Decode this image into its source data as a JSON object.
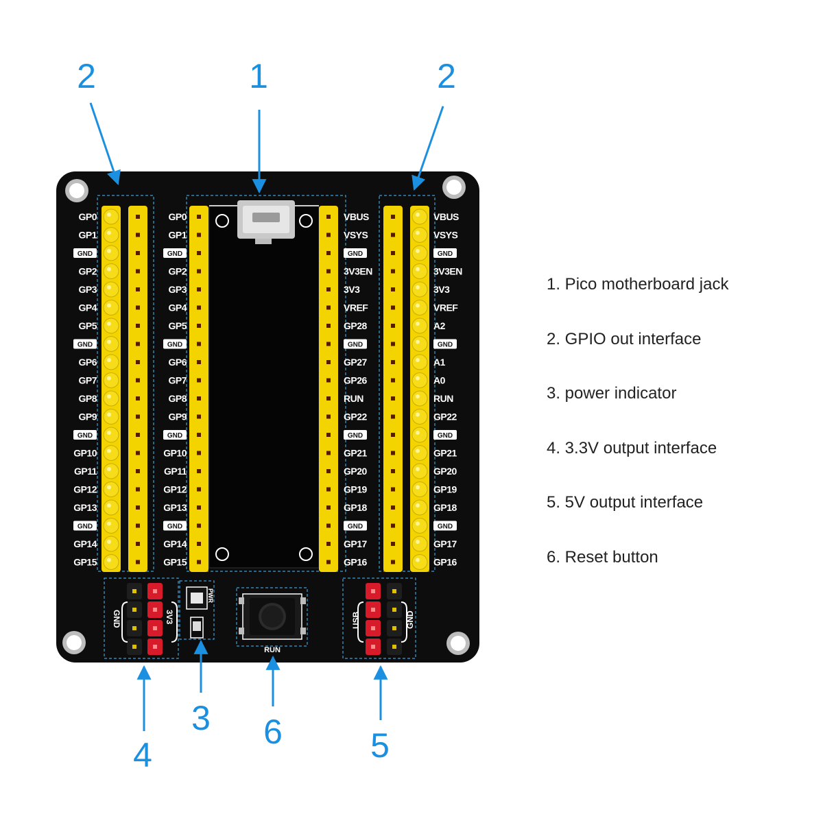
{
  "callouts": {
    "c1": "1",
    "c2_left": "2",
    "c2_right": "2",
    "c3": "3",
    "c4": "4",
    "c5": "5",
    "c6": "6"
  },
  "legend": [
    "1. Pico motherboard jack",
    "2. GPIO out interface",
    "3. power indicator",
    "4. 3.3V output interface",
    "5. 5V output interface",
    "6. Reset button"
  ],
  "pins": {
    "outer_left": [
      "GP0",
      "GP1",
      "GND",
      "GP2",
      "GP3",
      "GP4",
      "GP5",
      "GND",
      "GP6",
      "GP7",
      "GP8",
      "GP9",
      "GND",
      "GP10",
      "GP11",
      "GP12",
      "GP13",
      "GND",
      "GP14",
      "GP15"
    ],
    "inner_left": [
      "GP0",
      "GP1",
      "GND",
      "GP2",
      "GP3",
      "GP4",
      "GP5",
      "GND",
      "GP6",
      "GP7",
      "GP8",
      "GP9",
      "GND",
      "GP10",
      "GP11",
      "GP12",
      "GP13",
      "GND",
      "GP14",
      "GP15"
    ],
    "inner_right": [
      "VBUS",
      "VSYS",
      "GND",
      "3V3EN",
      "3V3",
      "VREF",
      "GP28",
      "GND",
      "GP27",
      "GP26",
      "RUN",
      "GP22",
      "GND",
      "GP21",
      "GP20",
      "GP19",
      "GP18",
      "GND",
      "GP17",
      "GP16"
    ],
    "outer_right": [
      "VBUS",
      "VSYS",
      "GND",
      "3V3EN",
      "3V3",
      "VREF",
      "A2",
      "GND",
      "A1",
      "A0",
      "RUN",
      "GP22",
      "GND",
      "GP21",
      "GP20",
      "GP19",
      "GP18",
      "GND",
      "GP17",
      "GP16"
    ]
  },
  "silkscreen": {
    "gnd_left": "GND",
    "v33": "3V3",
    "usb": "USB",
    "gnd_right": "GND",
    "run": "RUN",
    "pwr": "PWR"
  },
  "colors": {
    "board": "#0d0d0d",
    "header_yellow": "#f3d400",
    "header_red": "#d81b2a",
    "callout_blue": "#1b8fe0"
  }
}
